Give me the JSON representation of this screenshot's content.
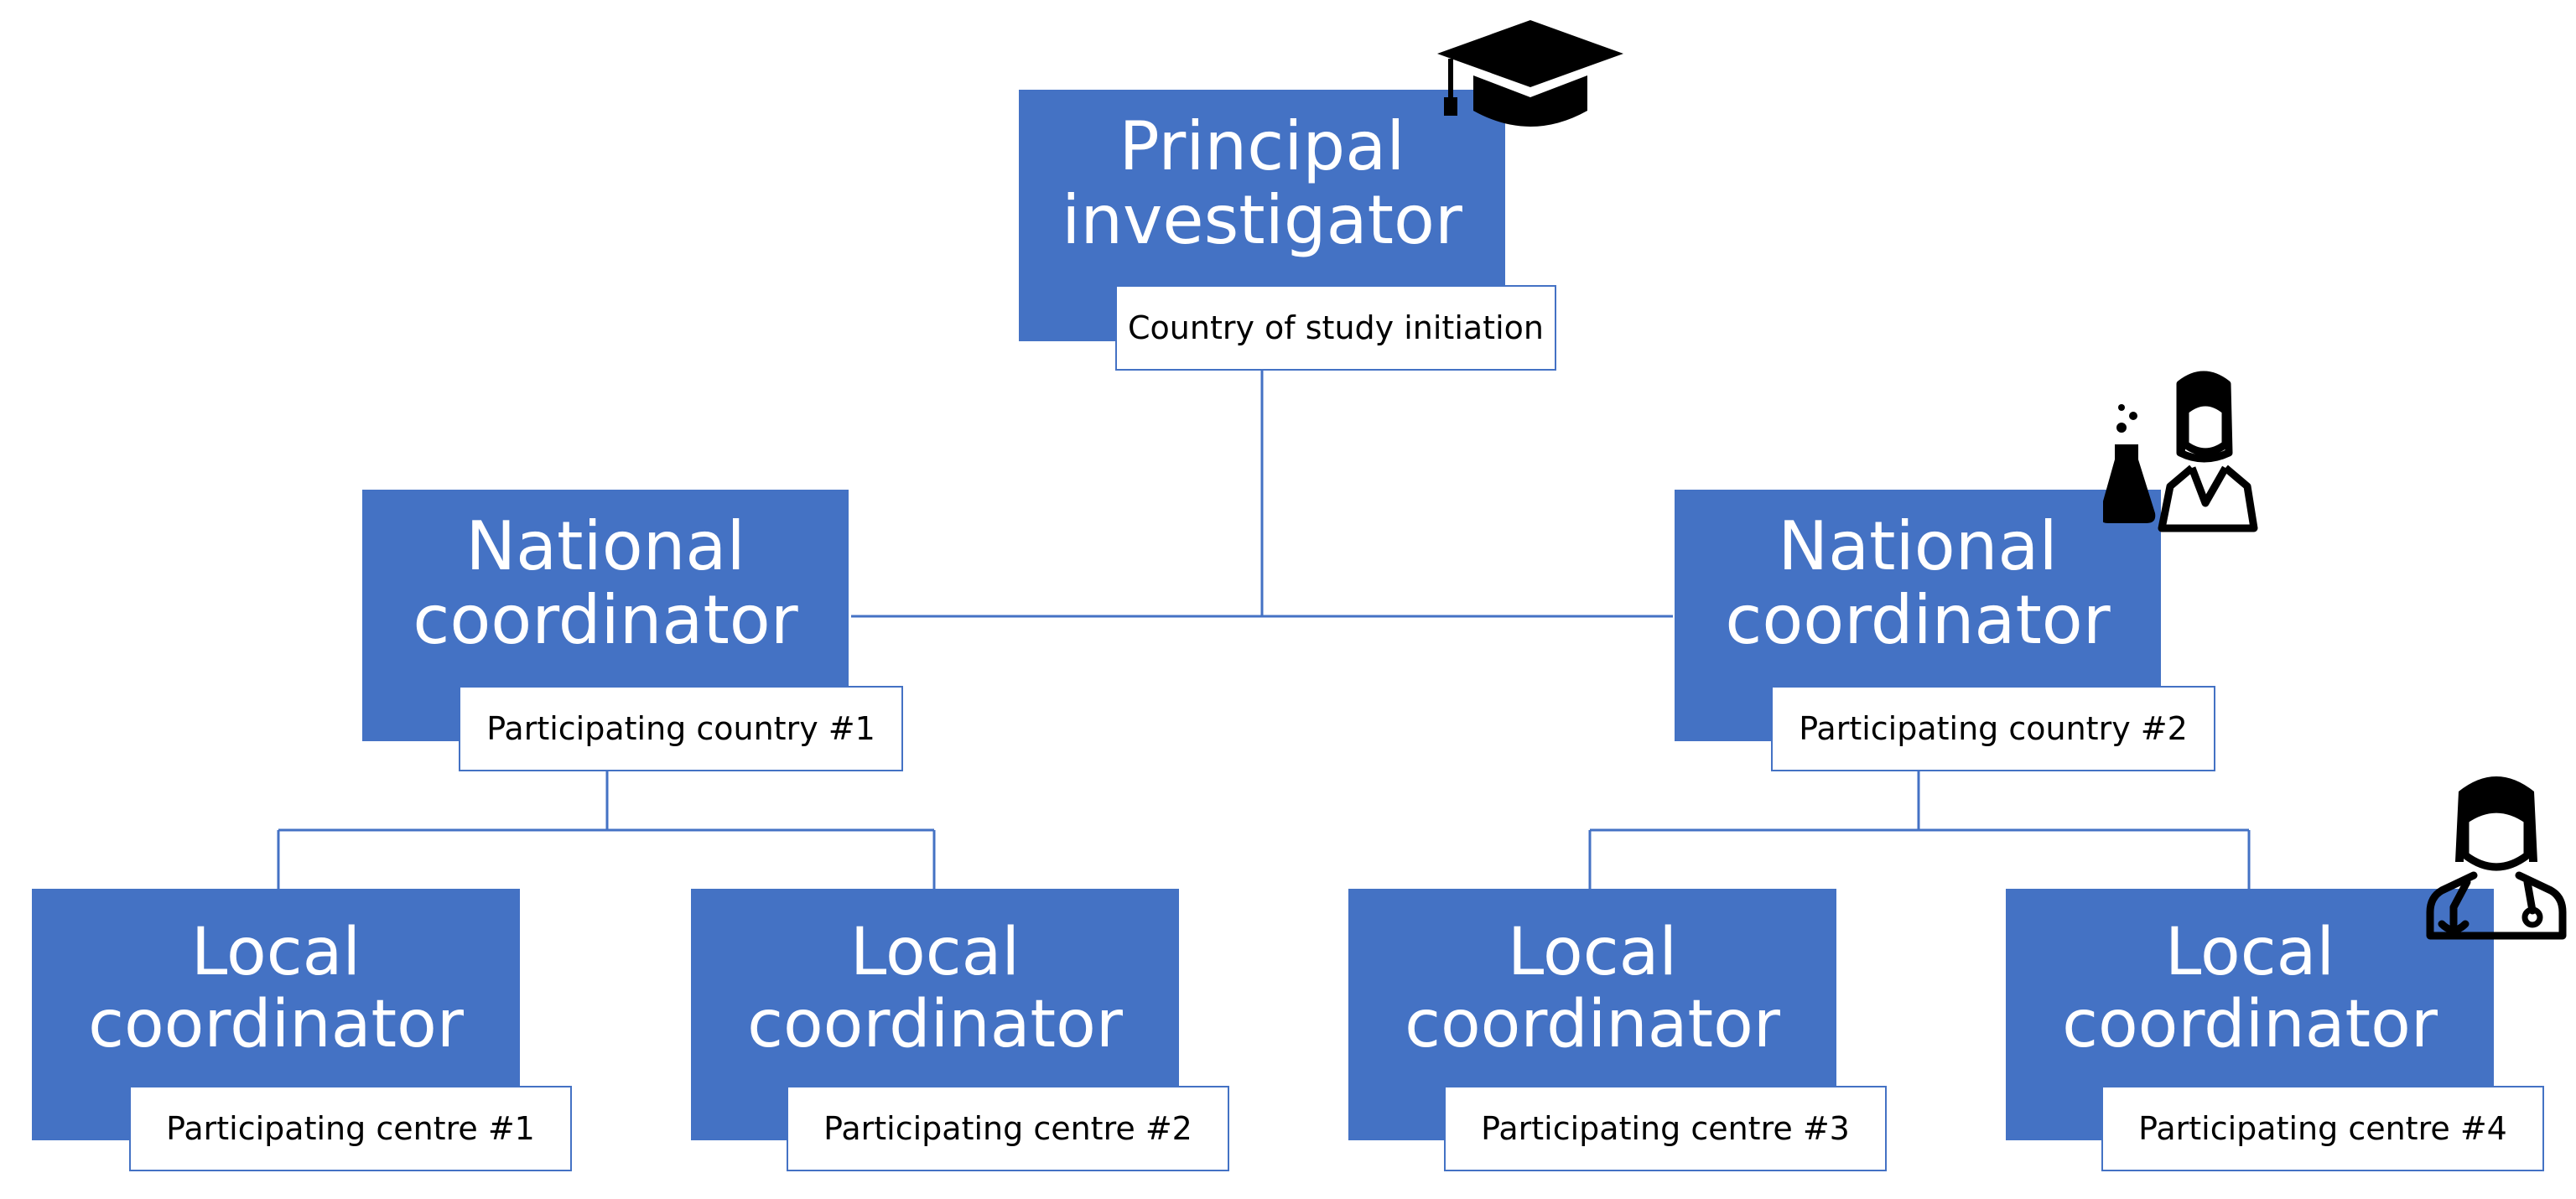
{
  "diagram": {
    "principal": {
      "title": "Principal investigator",
      "label": "Country of study initiation",
      "icon": "graduation-cap-icon"
    },
    "national": [
      {
        "title": "National coordinator",
        "label": "Participating country #1"
      },
      {
        "title": "National coordinator",
        "label": "Participating country #2",
        "icon": "scientist-icon"
      }
    ],
    "local": [
      {
        "title": "Local coordinator",
        "label": "Participating centre #1"
      },
      {
        "title": "Local coordinator",
        "label": "Participating centre #2"
      },
      {
        "title": "Local coordinator",
        "label": "Participating centre #3"
      },
      {
        "title": "Local coordinator",
        "label": "Participating centre #4",
        "icon": "doctor-icon"
      }
    ],
    "colors": {
      "box": "#4472c4",
      "line": "#4472c4",
      "label_bg": "#ffffff",
      "text": "#ffffff"
    }
  }
}
